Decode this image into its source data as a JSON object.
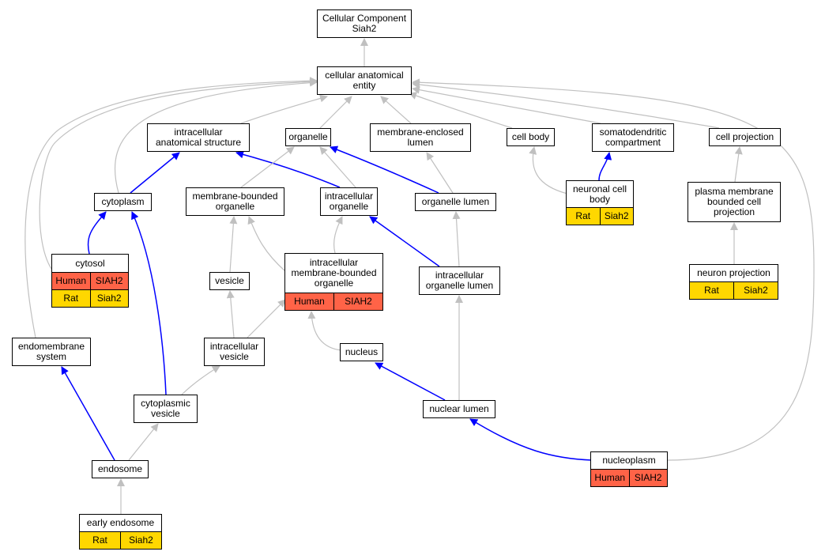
{
  "nodes": {
    "root": {
      "label": "Cellular Component\nSiah2"
    },
    "cae": {
      "label": "cellular anatomical\nentity"
    },
    "ias": {
      "label": "intracellular\nanatomical structure"
    },
    "organelle": {
      "label": "organelle"
    },
    "mel": {
      "label": "membrane-enclosed\nlumen"
    },
    "cellbody": {
      "label": "cell body"
    },
    "somato": {
      "label": "somatodendritic\ncompartment"
    },
    "cellproj": {
      "label": "cell projection"
    },
    "cytoplasm": {
      "label": "cytoplasm"
    },
    "mbo": {
      "label": "membrane-bounded\norganelle"
    },
    "io": {
      "label": "intracellular\norganelle"
    },
    "orglumen": {
      "label": "organelle lumen"
    },
    "ncb": {
      "label": "neuronal cell\nbody",
      "annotations": [
        [
          "Rat",
          "Siah2"
        ]
      ]
    },
    "pmbcp": {
      "label": "plasma membrane\nbounded cell\nprojection"
    },
    "cytosol": {
      "label": "cytosol",
      "annotations": [
        [
          "Human",
          "SIAH2"
        ],
        [
          "Rat",
          "Siah2"
        ]
      ]
    },
    "vesicle": {
      "label": "vesicle"
    },
    "imbo": {
      "label": "intracellular\nmembrane-bounded\norganelle",
      "annotations": [
        [
          "Human",
          "SIAH2"
        ]
      ]
    },
    "iol": {
      "label": "intracellular\norganelle lumen"
    },
    "nproj": {
      "label": "neuron projection",
      "annotations": [
        [
          "Rat",
          "Siah2"
        ]
      ]
    },
    "endomem": {
      "label": "endomembrane\nsystem"
    },
    "ivesicle": {
      "label": "intracellular\nvesicle"
    },
    "nucleus": {
      "label": "nucleus"
    },
    "cytovesicle": {
      "label": "cytoplasmic\nvesicle"
    },
    "nuclumen": {
      "label": "nuclear lumen"
    },
    "endosome": {
      "label": "endosome"
    },
    "nucleoplasm": {
      "label": "nucleoplasm",
      "annotations": [
        [
          "Human",
          "SIAH2"
        ]
      ]
    },
    "earlyendo": {
      "label": "early endosome",
      "annotations": [
        [
          "Rat",
          "Siah2"
        ]
      ]
    }
  },
  "edges": [
    {
      "from": "cae",
      "to": "root",
      "path_type": "gray"
    },
    {
      "from": "ias",
      "to": "cae",
      "path_type": "gray"
    },
    {
      "from": "organelle",
      "to": "cae",
      "path_type": "gray"
    },
    {
      "from": "mel",
      "to": "cae",
      "path_type": "gray"
    },
    {
      "from": "cellbody",
      "to": "cae",
      "path_type": "gray"
    },
    {
      "from": "somato",
      "to": "cae",
      "path_type": "gray"
    },
    {
      "from": "cellproj",
      "to": "cae",
      "path_type": "gray"
    },
    {
      "from": "cytoplasm",
      "to": "cae",
      "path_type": "gray"
    },
    {
      "from": "cytosol",
      "to": "cae",
      "path_type": "gray"
    },
    {
      "from": "endomem",
      "to": "cae",
      "path_type": "gray"
    },
    {
      "from": "nucleoplasm",
      "to": "cae",
      "path_type": "gray"
    },
    {
      "from": "cytoplasm",
      "to": "ias",
      "path_type": "blue"
    },
    {
      "from": "io",
      "to": "ias",
      "path_type": "blue"
    },
    {
      "from": "mbo",
      "to": "organelle",
      "path_type": "gray"
    },
    {
      "from": "io",
      "to": "organelle",
      "path_type": "gray"
    },
    {
      "from": "orglumen",
      "to": "organelle",
      "path_type": "blue"
    },
    {
      "from": "orglumen",
      "to": "mel",
      "path_type": "gray"
    },
    {
      "from": "ncb",
      "to": "cellbody",
      "path_type": "gray"
    },
    {
      "from": "ncb",
      "to": "somato",
      "path_type": "blue"
    },
    {
      "from": "pmbcp",
      "to": "cellproj",
      "path_type": "gray"
    },
    {
      "from": "nproj",
      "to": "pmbcp",
      "path_type": "gray"
    },
    {
      "from": "cytosol",
      "to": "cytoplasm",
      "path_type": "blue"
    },
    {
      "from": "cytovesicle",
      "to": "cytoplasm",
      "path_type": "blue"
    },
    {
      "from": "imbo",
      "to": "mbo",
      "path_type": "gray"
    },
    {
      "from": "vesicle",
      "to": "mbo",
      "path_type": "gray"
    },
    {
      "from": "imbo",
      "to": "io",
      "path_type": "gray"
    },
    {
      "from": "iol",
      "to": "io",
      "path_type": "blue"
    },
    {
      "from": "iol",
      "to": "orglumen",
      "path_type": "gray"
    },
    {
      "from": "ivesicle",
      "to": "vesicle",
      "path_type": "gray"
    },
    {
      "from": "ivesicle",
      "to": "imbo",
      "path_type": "gray"
    },
    {
      "from": "nucleus",
      "to": "imbo",
      "path_type": "gray"
    },
    {
      "from": "nuclumen",
      "to": "iol",
      "path_type": "gray"
    },
    {
      "from": "cytovesicle",
      "to": "ivesicle",
      "path_type": "gray"
    },
    {
      "from": "nuclumen",
      "to": "nucleus",
      "path_type": "blue"
    },
    {
      "from": "endosome",
      "to": "endomem",
      "path_type": "blue"
    },
    {
      "from": "endosome",
      "to": "cytovesicle",
      "path_type": "gray"
    },
    {
      "from": "nucleoplasm",
      "to": "nuclumen",
      "path_type": "blue"
    },
    {
      "from": "earlyendo",
      "to": "endosome",
      "path_type": "gray"
    }
  ],
  "colors": {
    "human": "#ff6347",
    "rat": "#ffd700",
    "edge_gray": "#c0c0c0",
    "edge_blue": "#0000ff"
  }
}
